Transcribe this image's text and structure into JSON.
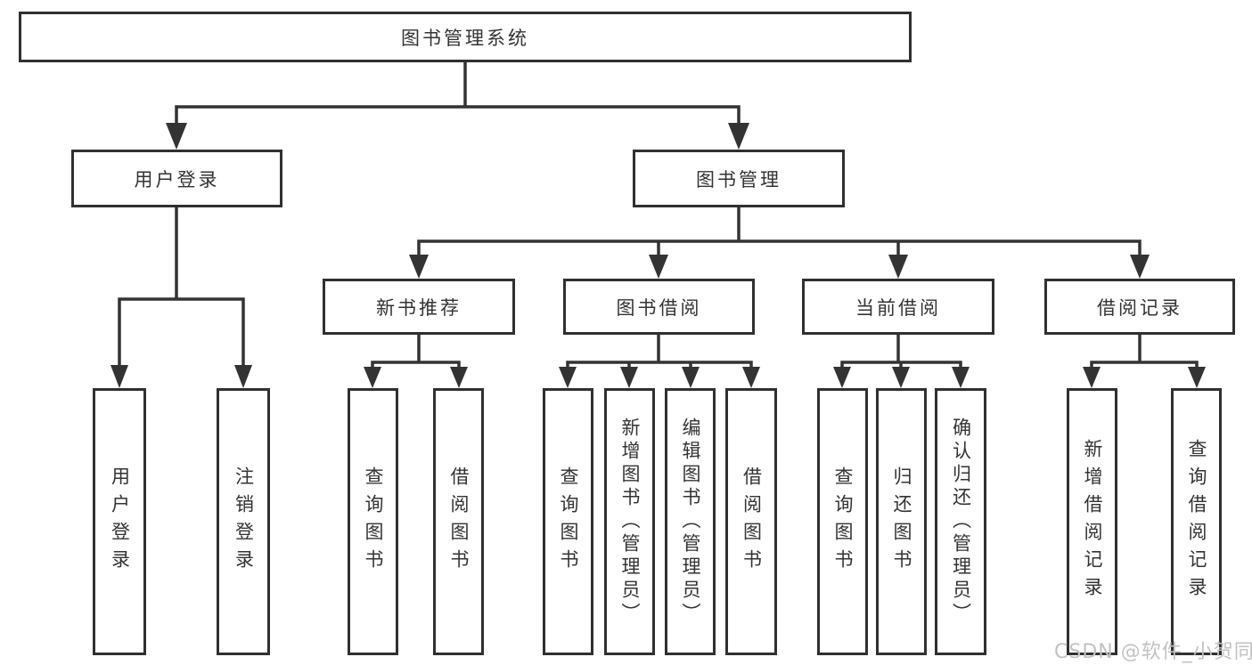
{
  "tree": {
    "root": {
      "label": "图书管理系统",
      "children": [
        {
          "label": "用户登录",
          "children": [
            {
              "label": "用户登录"
            },
            {
              "label": "注销登录"
            }
          ]
        },
        {
          "label": "图书管理",
          "children": [
            {
              "label": "新书推荐",
              "children": [
                {
                  "label": "查询图书"
                },
                {
                  "label": "借阅图书"
                }
              ]
            },
            {
              "label": "图书借阅",
              "children": [
                {
                  "label": "查询图书"
                },
                {
                  "label": "新增图书（管理员）"
                },
                {
                  "label": "编辑图书（管理员）"
                },
                {
                  "label": "借阅图书"
                }
              ]
            },
            {
              "label": "当前借阅",
              "children": [
                {
                  "label": "查询图书"
                },
                {
                  "label": "归还图书"
                },
                {
                  "label": "确认归还（管理员）"
                }
              ]
            },
            {
              "label": "借阅记录",
              "children": [
                {
                  "label": "新增借阅记录"
                },
                {
                  "label": "查询借阅记录"
                }
              ]
            }
          ]
        }
      ]
    }
  },
  "watermark": {
    "text": "CSDN @软件_小贺同学"
  },
  "colors": {
    "line": "#333333",
    "box_border": "#303030",
    "box_background": "#ffffff",
    "text": "#333333",
    "watermark": "#c2c2c2",
    "page_background": "#ffffff"
  }
}
